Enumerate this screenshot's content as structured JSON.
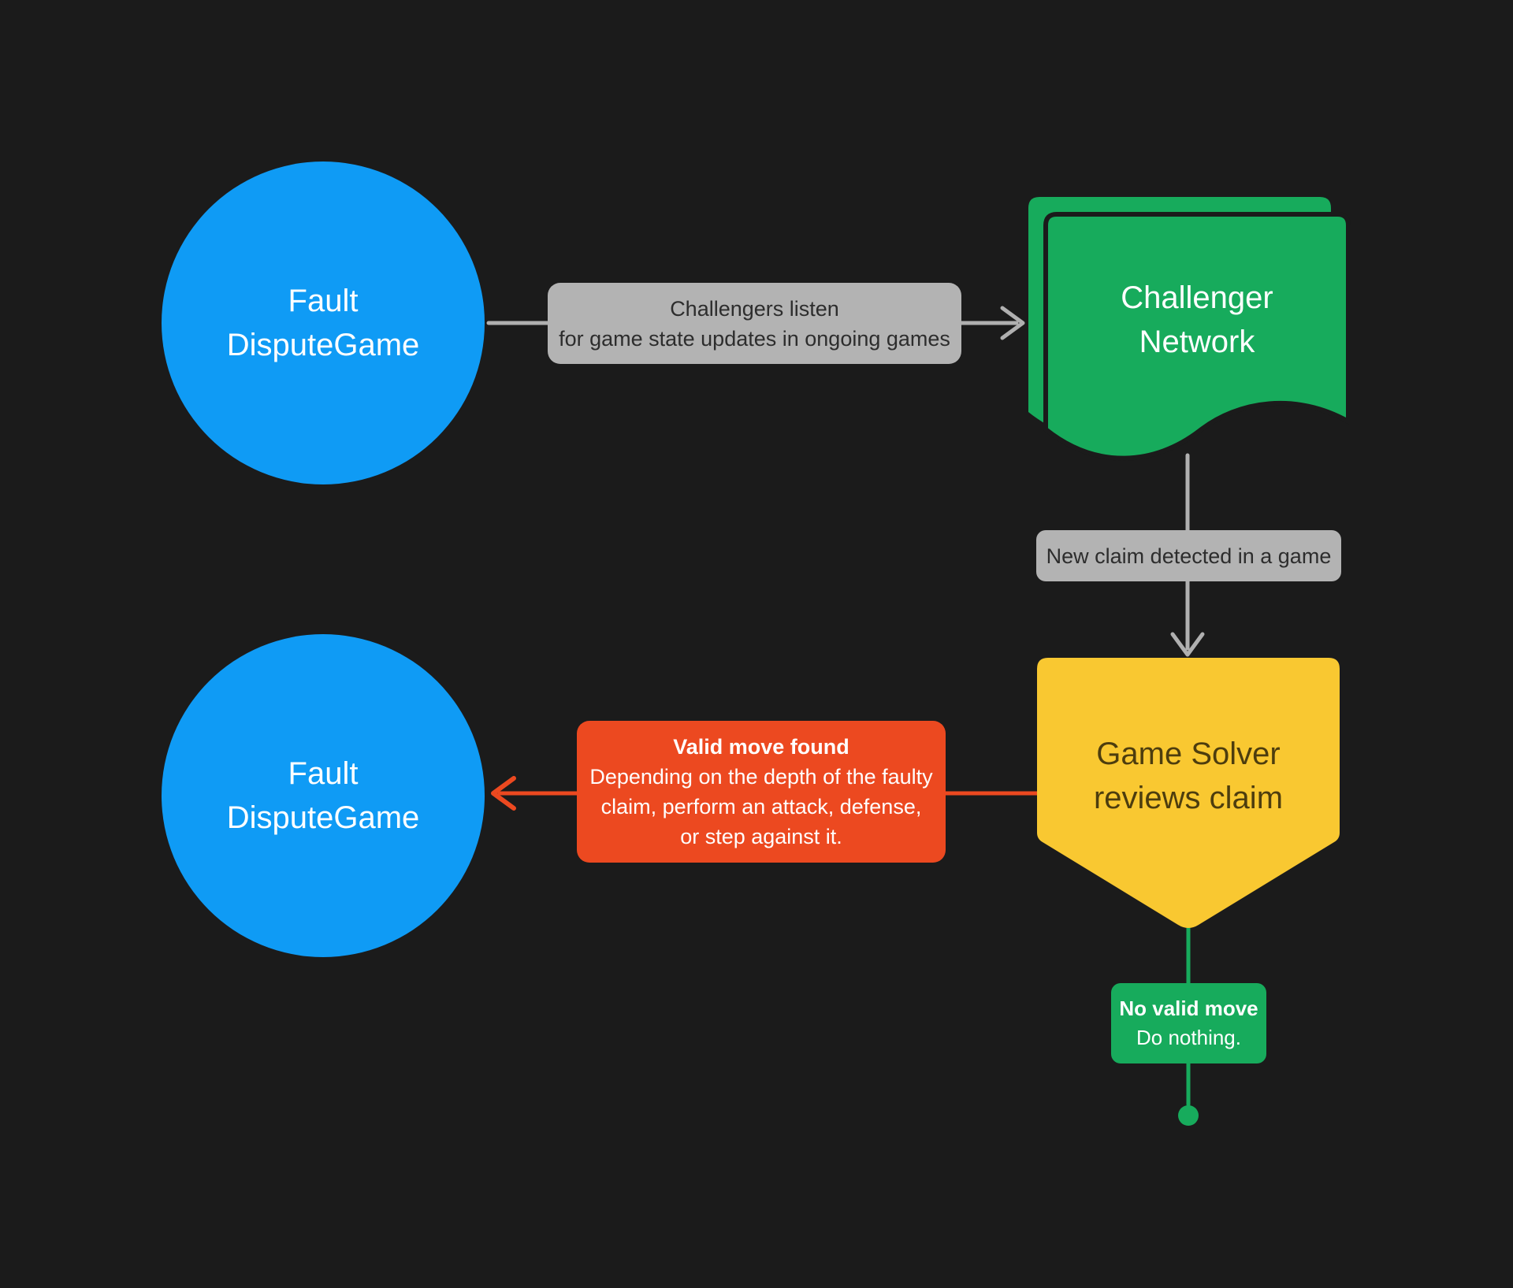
{
  "colors": {
    "background": "#1b1b1b",
    "node_blue": "#0f9bf5",
    "node_green": "#17ab5c",
    "node_yellow": "#f9c831",
    "connector_gray": "#b0b0b0",
    "label_gray_bg": "#b3b3b3",
    "label_gray_text": "#2d2d2d",
    "accent_red": "#ec4920",
    "yellow_node_text": "#4d3d0e",
    "white_text": "#ffffff"
  },
  "nodes": {
    "fault_dispute_game_top": {
      "lines": [
        "Fault",
        "DisputeGame"
      ]
    },
    "challenger_network": {
      "lines": [
        "Challenger",
        "Network"
      ]
    },
    "game_solver": {
      "lines": [
        "Game Solver",
        "reviews claim"
      ]
    },
    "fault_dispute_game_bottom": {
      "lines": [
        "Fault",
        "DisputeGame"
      ]
    }
  },
  "connector_labels": {
    "challengers_listen": {
      "lines": [
        "Challengers listen",
        "for game state updates in ongoing games"
      ]
    },
    "new_claim": {
      "text": "New claim detected in a game"
    },
    "valid_move": {
      "title": "Valid move found",
      "body_lines": [
        "Depending on the depth of the faulty",
        "claim, perform an attack, defense,",
        "or step against it."
      ]
    },
    "no_valid_move": {
      "title": "No valid move",
      "body": "Do nothing."
    }
  }
}
